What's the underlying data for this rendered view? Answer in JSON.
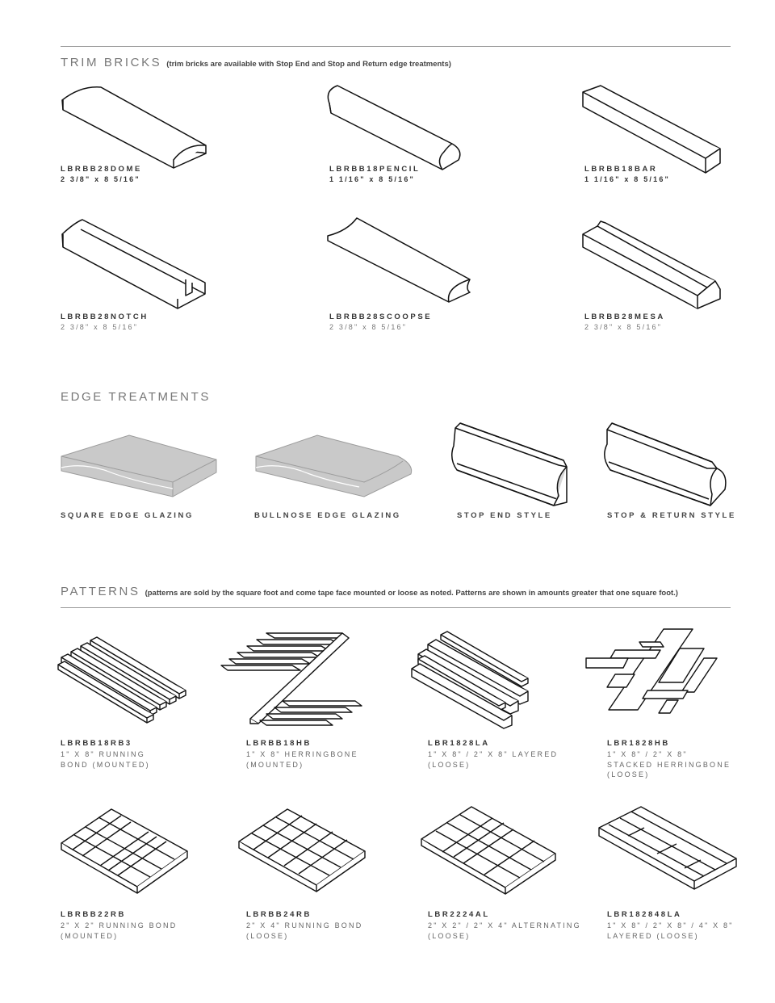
{
  "trim": {
    "title": "TRIM BRICKS",
    "note": "(trim bricks are available with Stop End and Stop and Return edge treatments)",
    "items": [
      {
        "code": "LBRBB28DOME",
        "dims": "2 3/8\" x 8 5/16\""
      },
      {
        "code": "LBRBB18PENCIL",
        "dims": "1 1/16\" x 8 5/16\""
      },
      {
        "code": "LBRBB18BAR",
        "dims": "1 1/16\" x 8 5/16\""
      },
      {
        "code": "LBRBB28NOTCH",
        "dims": "2 3/8\" x 8 5/16\""
      },
      {
        "code": "LBRBB28SCOOPSE",
        "dims": "2 3/8\" x 8 5/16\""
      },
      {
        "code": "LBRBB28MESA",
        "dims": "2 3/8\" x 8 5/16\""
      }
    ]
  },
  "edge": {
    "title": "EDGE TREATMENTS",
    "items": [
      {
        "label": "SQUARE EDGE GLAZING"
      },
      {
        "label": "BULLNOSE EDGE GLAZING"
      },
      {
        "label": "STOP END STYLE"
      },
      {
        "label": "STOP & RETURN STYLE"
      }
    ]
  },
  "patterns": {
    "title": "PATTERNS",
    "note": "(patterns are sold by the square foot and come tape face mounted or loose as noted. Patterns are shown in amounts greater that one square foot.)",
    "items": [
      {
        "code": "LBRBB18RB3",
        "lines": [
          "1\" X 8\" RUNNING",
          "BOND (MOUNTED)"
        ]
      },
      {
        "code": "LBRBB18HB",
        "lines": [
          "1\" X 8\" HERRINGBONE",
          "(MOUNTED)"
        ]
      },
      {
        "code": "LBR1828LA",
        "lines": [
          "1\" X 8\" / 2\" X 8\" LAYERED",
          "(LOOSE)"
        ]
      },
      {
        "code": "LBR1828HB",
        "lines": [
          "1\" X 8\" / 2\" X 8\"",
          "STACKED HERRINGBONE",
          "(LOOSE)"
        ]
      },
      {
        "code": "LBRBB22RB",
        "lines": [
          "2\" X 2\" RUNNING BOND",
          "(MOUNTED)"
        ]
      },
      {
        "code": "LBRBB24RB",
        "lines": [
          "2\" X 4\" RUNNING BOND",
          "(LOOSE)"
        ]
      },
      {
        "code": "LBR2224AL",
        "lines": [
          "2\" X 2\" / 2\" X 4\" ALTERNATING",
          "(LOOSE)"
        ]
      },
      {
        "code": "LBR182848LA",
        "lines": [
          "1\" X 8\" / 2\" X 8\" / 4\" X 8\"",
          "LAYERED (LOOSE)"
        ]
      }
    ]
  }
}
